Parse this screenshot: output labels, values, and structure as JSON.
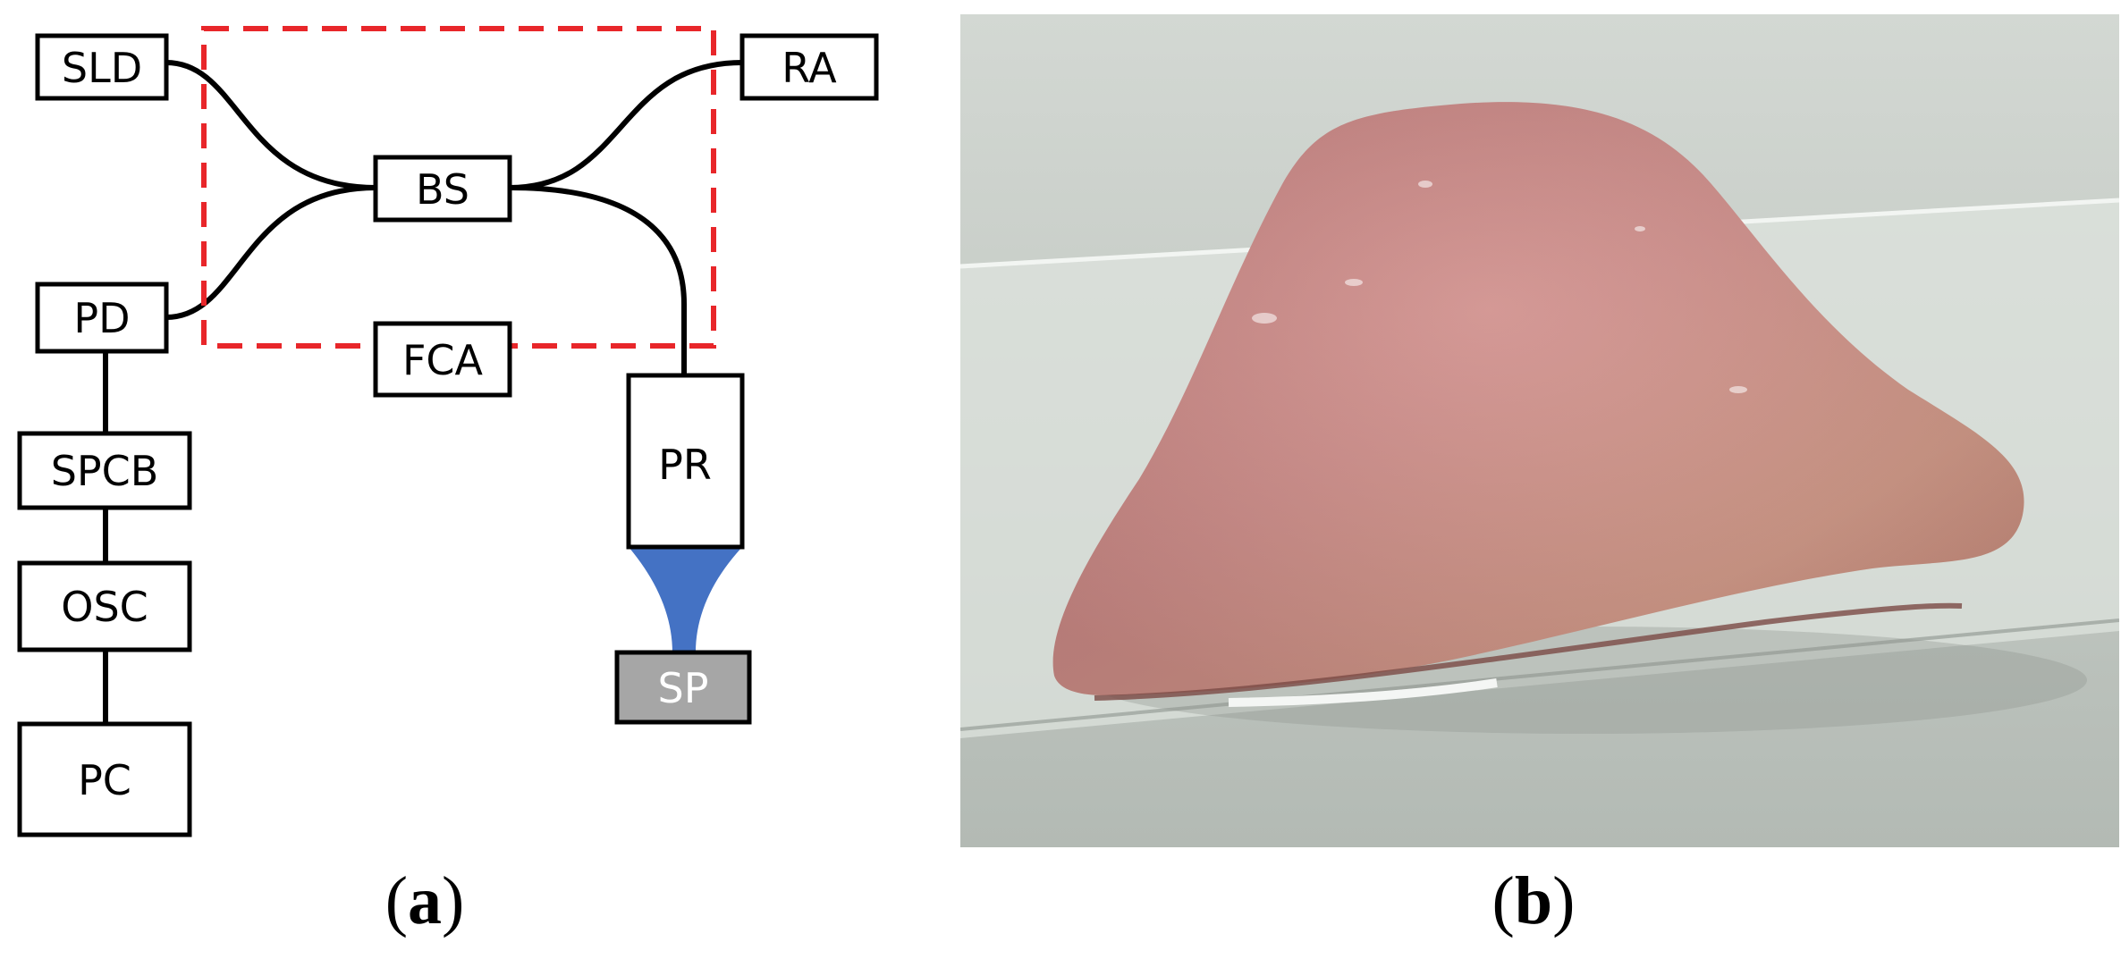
{
  "diagram": {
    "boxes": {
      "sld": "SLD",
      "ra": "RA",
      "bs": "BS",
      "pd": "PD",
      "fca": "FCA",
      "spcb": "SPCB",
      "osc": "OSC",
      "pc": "PC",
      "pr": "PR",
      "sp": "SP"
    },
    "colors": {
      "dashed_box": "#e8262a",
      "probe_beam": "#4472c4",
      "sample_fill": "#a6a6a6"
    }
  },
  "photo": {
    "colors": {
      "background": "#c9cfc9",
      "tissue": "#c98a86",
      "glass_slide": "#e3e8e4"
    }
  },
  "captions": {
    "a_open": "(",
    "a_letter": "a",
    "a_close": ")",
    "b_open": "(",
    "b_letter": "b",
    "b_close": ")"
  }
}
